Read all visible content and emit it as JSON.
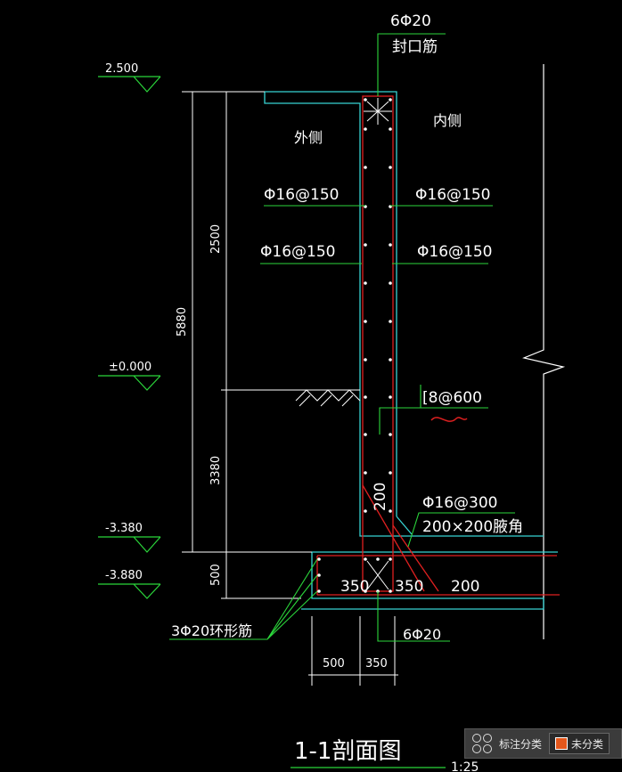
{
  "annotations": {
    "top_bar": "6Φ20",
    "top_bar_name": "封口筋",
    "elev_top": "2.500",
    "elev_ground": "±0.000",
    "elev_a": "-3.380",
    "elev_b": "-3.880",
    "outer_side": "外侧",
    "inner_side": "内侧",
    "rebar_out_1": "Φ16@150",
    "rebar_in_1": "Φ16@150",
    "rebar_out_2": "Φ16@150",
    "rebar_in_2": "Φ16@150",
    "tie": "[8@600",
    "haunch_rebar": "Φ16@300",
    "haunch": "200×200腋角",
    "dim_total": "5880",
    "dim_upper": "2500",
    "dim_lower": "3380",
    "dim_base": "500",
    "dim_200_v": "200",
    "dim_350_a": "350",
    "dim_350_b": "350",
    "dim_200_h": "200",
    "ring_bar": "3Φ20环形筋",
    "bottom_bar": "6Φ20",
    "dim_500": "500",
    "dim_350": "350",
    "title": "1-1剖面图",
    "scale": "1:25"
  },
  "panel": {
    "label": "标注分类",
    "chip": "未分类",
    "chip_color": "#e4571b"
  }
}
